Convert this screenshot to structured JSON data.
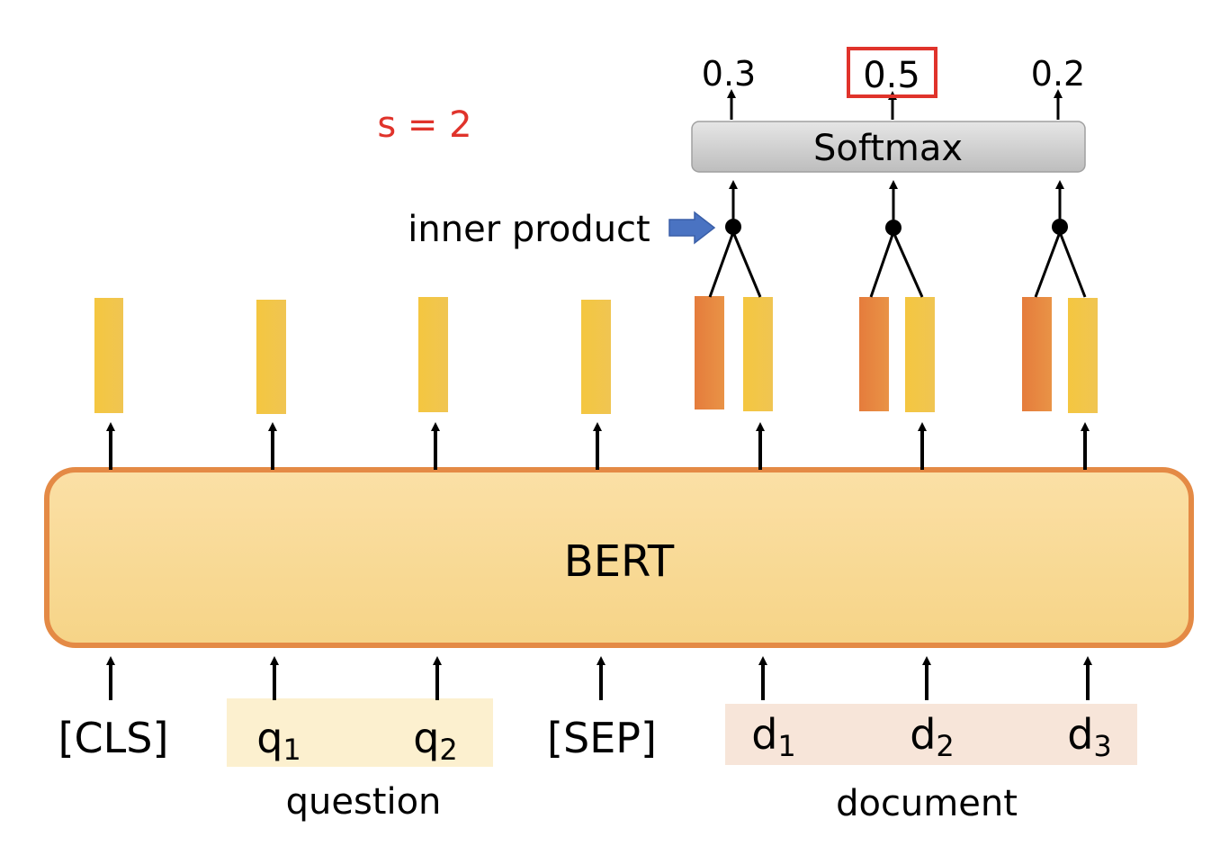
{
  "model": {
    "label": "BERT"
  },
  "softmax": {
    "label": "Softmax",
    "outputs": [
      "0.3",
      "0.5",
      "0.2"
    ],
    "highlighted_index": 1
  },
  "inner_product": {
    "label": "inner product"
  },
  "start": {
    "label": "s = 2"
  },
  "tokens": [
    {
      "main": "[CLS]",
      "sub": ""
    },
    {
      "main": "q",
      "sub": "1"
    },
    {
      "main": "q",
      "sub": "2"
    },
    {
      "main": "[SEP]",
      "sub": ""
    },
    {
      "main": "d",
      "sub": "1"
    },
    {
      "main": "d",
      "sub": "2"
    },
    {
      "main": "d",
      "sub": "3"
    }
  ],
  "groups": {
    "question": "question",
    "document": "document"
  },
  "colors": {
    "bert_fill": "#f8d58e",
    "bert_stroke": "#e48a45",
    "yellow_vector": "#f2c342",
    "orange_vector": "#e5813f",
    "question_highlight": "#fcf0cf",
    "document_highlight": "#f7e5d9",
    "accent_red": "#e0332b",
    "pointer_blue": "#4a73c2"
  }
}
